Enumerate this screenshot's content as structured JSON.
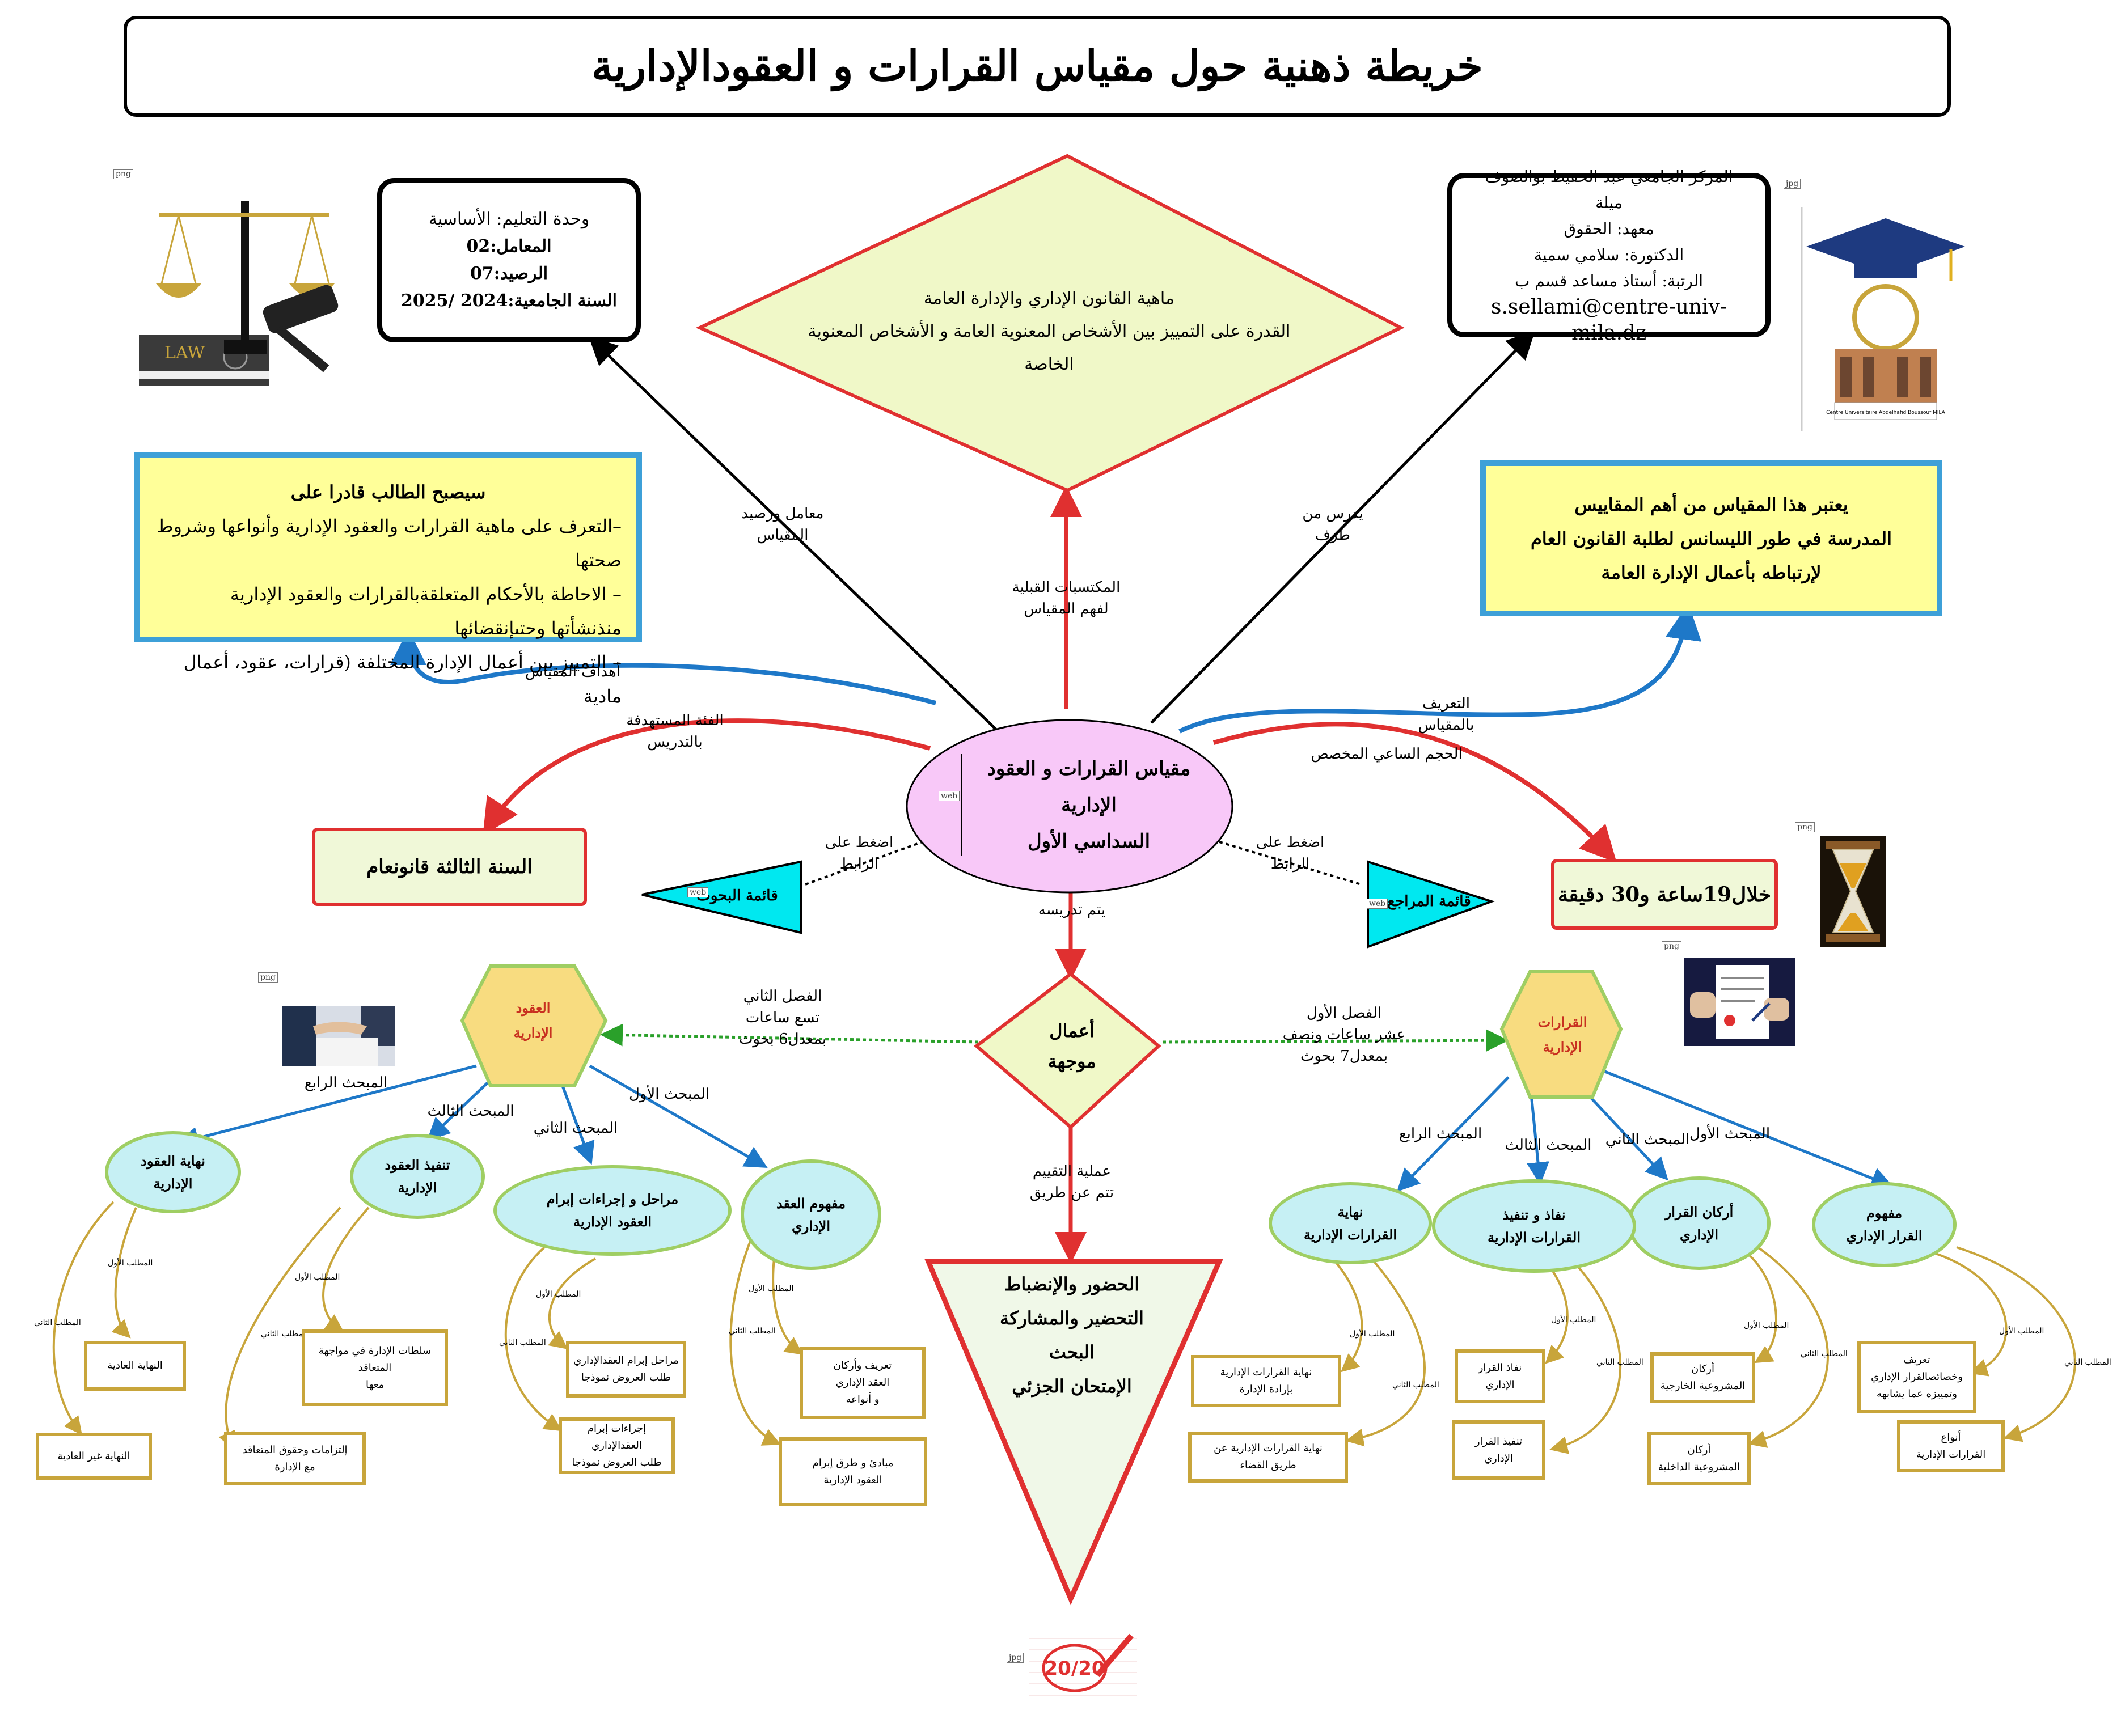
{
  "title": "خريطة ذهنية حول مقياس القرارات و العقودالإدارية",
  "module_info": {
    "unit": "وحدة التعليم: الأساسية",
    "coefficient": "المعامل:02",
    "credits": "الرصيد:07",
    "year": "السنة الجامعية:2024 /2025"
  },
  "institution": {
    "center": "المركز الجامعي عبد الحفيظ بوالصوف ميلة",
    "institute": "معهد: الحقوق",
    "doctor": "الدكتورة: سلامي سمية",
    "rank": "الرتبة: أستاذ مساعد قسم ب",
    "email": "s.sellami@centre-univ-mila.dz"
  },
  "prerequisites": {
    "line1": "ماهية القانون الإداري والإدارة العامة",
    "line2": "القدرة على التمييز بين الأشخاص المعنوية العامة و الأشخاص المعنوية الخاصة"
  },
  "objectives": {
    "heading": "سيصبح الطالب قادرا على",
    "item1": "–التعرف على ماهية القرارات والعقود الإدارية وأنواعها وشروط صحتها",
    "item2": "– الاحاطة بالأحكام المتعلقةبالقرارات والعقود الإدارية منذنشأتها وحتىإنقضائها",
    "item3": "– التمييز بين أعمال الإدارة المختلفة (قرارات، عقود، أعمال مادية"
  },
  "definition": {
    "line1": "يعتبر هذا المقياس من أهم المقاييس",
    "line2": "المدرسة في طور الليسانس لطلبة القانون العام",
    "line3": "لإرتباطه  بأعمال الإدارة العامة"
  },
  "center_node": {
    "line1": "مقياس القرارات و العقود",
    "line2": "الإدارية",
    "line3": "السداسي الأول"
  },
  "edge_labels": {
    "coef_credit_a": "معامل ورصيد",
    "coef_credit_b": "المقياس",
    "prereq_a": "المكتسبات القبلية",
    "prereq_b": "لفهم المقياس",
    "taught_by_a": "يدرس من",
    "taught_by_b": "طرف",
    "objectives": "أهداف المقياس",
    "definition_a": "التعريف",
    "definition_b": "بالمقياس",
    "target_a": "الفئة المستهدفة",
    "target_b": "بالتدريس",
    "hours": "الحجم الساعي المخصص",
    "click_left_a": "اضغط على",
    "click_left_b": "الرابط",
    "click_right_a": "اضغط على",
    "click_right_b": "الرابط",
    "taught_via": "يتم تدريسه",
    "chapter2_a": "الفصل الثاني",
    "chapter2_b": "تسع ساعات",
    "chapter2_c": "بمعدل6 بحوث",
    "chapter1_a": "الفصل الأول",
    "chapter1_b": "عشر ساعات ونصف",
    "chapter1_c": "بمعدل7 بحوث",
    "evaluation_a": "عملية التقييم",
    "evaluation_b": "تتم عن طريق"
  },
  "target_group": "السنة الثالثة قانونعام",
  "hours_box": "خلال19ساعة و30 دقيقة",
  "research_list": "قائمة البحوث",
  "references_list": "قائمة المراجع",
  "tutorials": {
    "line1": "أعمال",
    "line2": "موجهة"
  },
  "evaluation": {
    "line1": "الحضور والإنضباط",
    "line2": "التحضير والمشاركة",
    "line3": "البحث",
    "line4": "الإمتحان الجزئي"
  },
  "contracts_node": {
    "line1": "العقود",
    "line2": "الإدارية"
  },
  "decisions_node": {
    "line1": "القرارات",
    "line2": "الإدارية"
  },
  "section_labels": {
    "s1": "المبحث الأول",
    "s2": "المبحث الثاني",
    "s3": "المبحث الثالث",
    "s4": "المبحث الرابع",
    "r1": "المطلب الأول",
    "r2": "المطلب الثاني"
  },
  "contracts_sections": [
    {
      "title1": "مفهوم العقد",
      "title2": "الإداري",
      "req1": [
        "تعريف وأركان",
        "العقد الإداري",
        "و أنواعه"
      ],
      "req2": [
        "مبادئ و طرق إبرام",
        "العقود الإدارية"
      ]
    },
    {
      "title1": "مراحل و إجراءات إبرام",
      "title2": "العقود الإدارية",
      "req1": [
        "مراحل  إبرام العقدالإداري",
        "طلب العروض نموذجا"
      ],
      "req2": [
        "إجراءات إبرام العقدالإداري",
        "طلب العروض نموذجا"
      ]
    },
    {
      "title1": "تنفيذ العقود",
      "title2": "الإدارية",
      "req1": [
        "سلطات الإدارة في مواجهة المتعاقد",
        "معها"
      ],
      "req2": [
        "إلتزامات وحقوق المتعاقد",
        "مع الإدارة"
      ]
    },
    {
      "title1": "نهاية العقود",
      "title2": "الإدارية",
      "req1": [
        "النهاية العادية"
      ],
      "req2": [
        "النهاية غير العادية"
      ]
    }
  ],
  "decisions_sections": [
    {
      "title1": "مفهوم",
      "title2": "القرار الإداري",
      "req1": [
        "تعريف",
        "وخصائصالقرار الإداري",
        "وتمييزه عما يشابهه"
      ],
      "req2": [
        "أنواع",
        "القرارات الإدارية"
      ]
    },
    {
      "title1": "أركان القرار",
      "title2": "الإداري",
      "req1": [
        "أركان",
        "المشروعية الخارجية"
      ],
      "req2": [
        "أركان",
        "المشروعية الداخلية"
      ]
    },
    {
      "title1": "نفاذ و تنفيذ",
      "title2": "القرارات الإدارية",
      "req1": [
        "نفاذ القرار",
        "الإداري"
      ],
      "req2": [
        "تنفيذ القرار",
        "الإداري"
      ]
    },
    {
      "title1": "نهاية",
      "title2": "القرارات الإدارية",
      "req1": [
        "نهاية القرارات الإدارية",
        "بإرادة   الإدارة"
      ],
      "req2": [
        "نهاية القرارات الإدارية عن",
        "طريق القضاء"
      ]
    }
  ],
  "image_tags": {
    "png": "png",
    "jpg": "jpg",
    "web": "web"
  },
  "law_book_text": "LAW",
  "university_caption": "Centre Universitaire Abdelhafid Boussouf MILA",
  "score_text": "20/20",
  "colors": {
    "red": "#e03030",
    "blue": "#1e78c8",
    "gold": "#c8a53b",
    "green_dotted": "#2aa02a",
    "pink": "#f8c8f8",
    "cyan": "#00e8f0",
    "hex": "#f8dc80"
  }
}
